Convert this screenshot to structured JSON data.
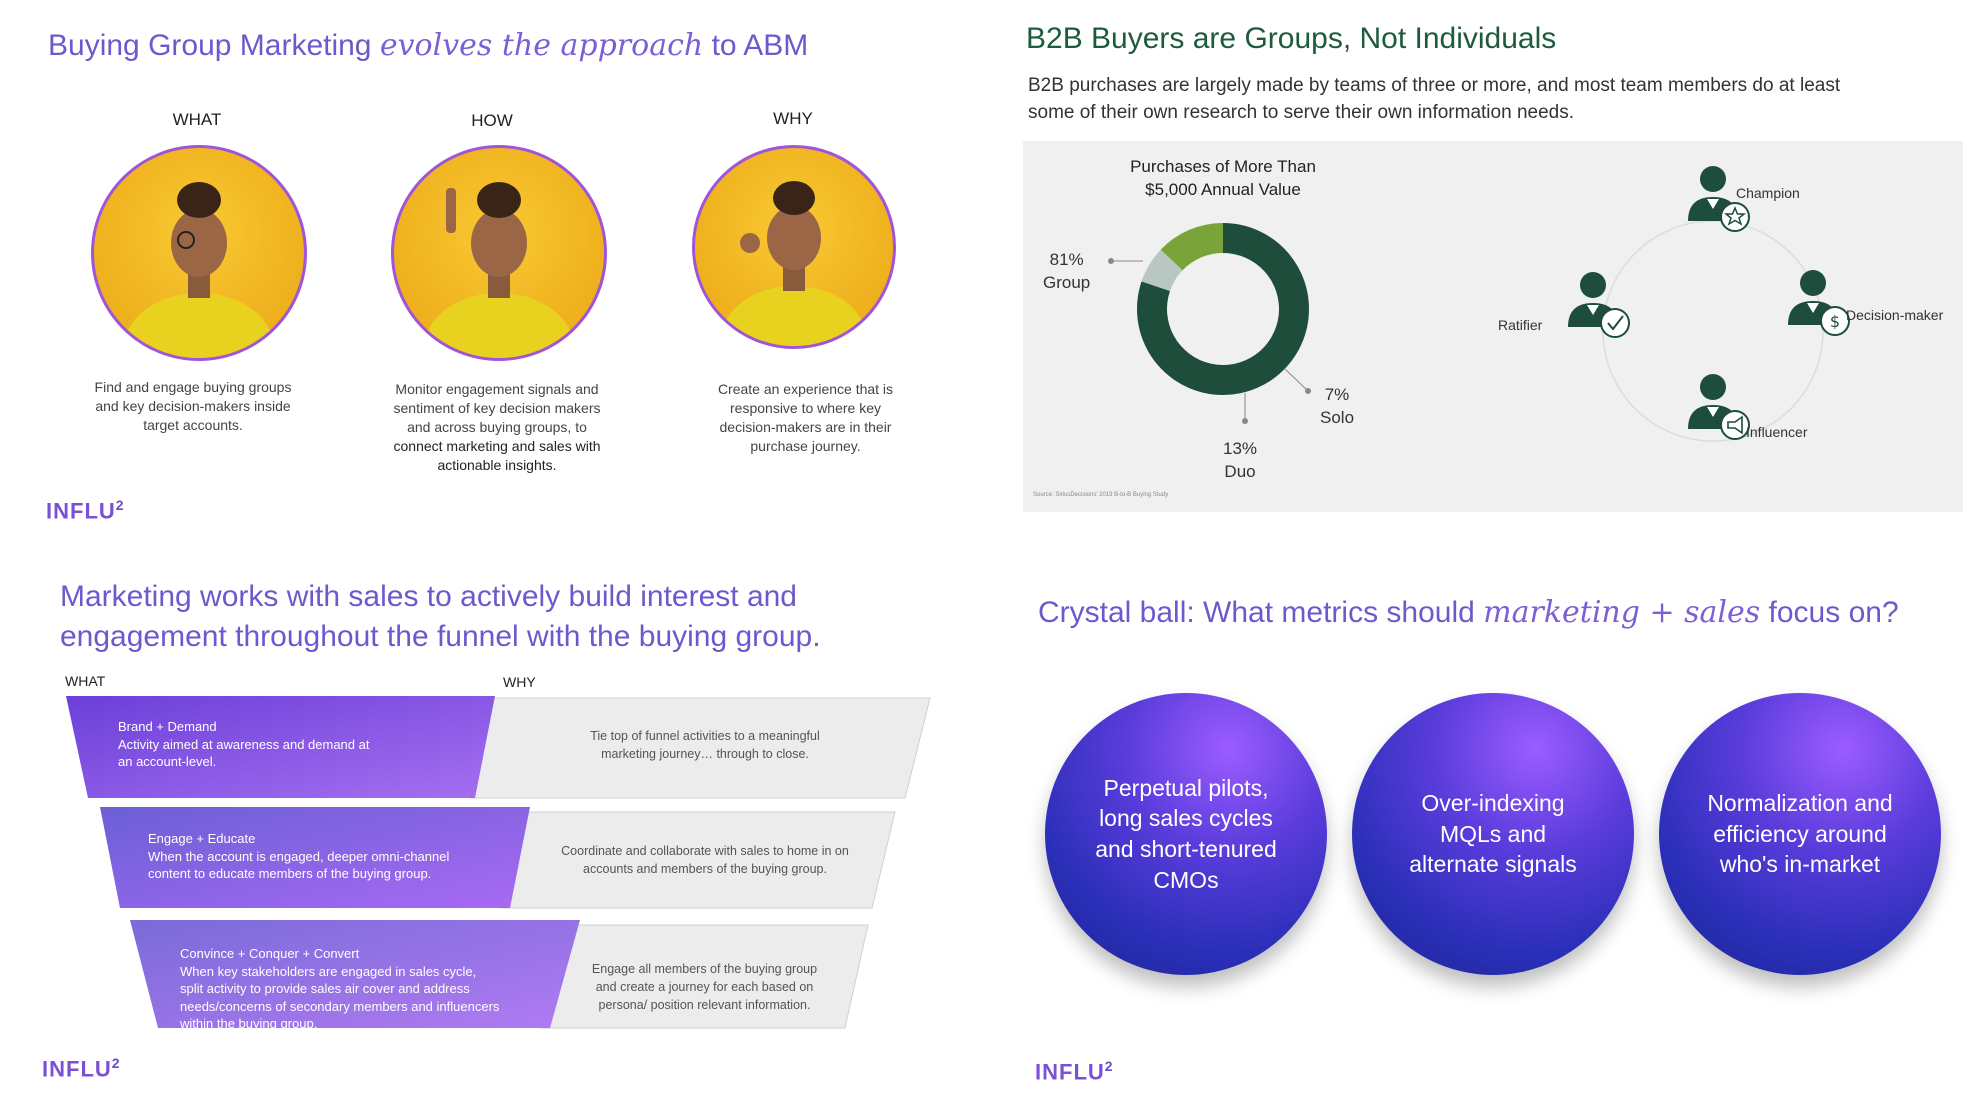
{
  "panel1": {
    "title_plain": "Buying Group Marketing",
    "title_script": "evolves the approach",
    "title_end": "to ABM",
    "columns": [
      {
        "head": "WHAT",
        "caption": "Find and engage buying groups and key decision-makers inside target accounts.",
        "caption_bold": ""
      },
      {
        "head": "HOW",
        "caption": "Monitor engagement signals and sentiment of key decision makers and across buying groups, to",
        "caption_bold": "connect marketing and sales with actionable insights."
      },
      {
        "head": "WHY",
        "caption": "Create an experience that is responsive to where key decision-makers are in their purchase journey.",
        "caption_bold": ""
      }
    ],
    "logo": "INFLU",
    "logo_sup": "2"
  },
  "panel2": {
    "title": "B2B Buyers are Groups, Not Individuals",
    "subtitle": "B2B purchases are largely made by teams of three or more, and most team members do at least some of their own research to serve their own information needs.",
    "source": "Source: SiriusDecisions' 2019 B-to-B Buying Study",
    "roles": [
      "Champion",
      "Decision-maker",
      "Influencer",
      "Ratifier"
    ],
    "colors": {
      "group": "#1e4d3c",
      "duo": "#7aa33a",
      "solo": "#b8c7c3",
      "person": "#1e4d3c"
    }
  },
  "chart_data": {
    "type": "pie",
    "title": "Purchases of More Than $5,000 Annual Value",
    "categories": [
      "Group",
      "Duo",
      "Solo"
    ],
    "values": [
      81,
      13,
      7
    ],
    "labels": [
      "81%",
      "13%",
      "7%"
    ]
  },
  "panel3": {
    "title": "Marketing works with sales to actively build interest and engagement throughout the funnel with the buying group.",
    "what_label": "WHAT",
    "why_label": "WHY",
    "rows": [
      {
        "head": "Brand + Demand",
        "body": "Activity aimed at awareness and demand at an account-level.",
        "why": "Tie top of funnel activities to a meaningful marketing journey… through to close."
      },
      {
        "head": "Engage + Educate",
        "body": "When the account is engaged, deeper omni-channel content to educate members of the buying group.",
        "why": "Coordinate and collaborate with sales to home in on accounts and members of the buying group."
      },
      {
        "head": "Convince + Conquer + Convert",
        "body": "When key stakeholders are engaged in sales cycle, split activity to provide sales air cover and address needs/concerns of secondary members and influencers within the buying group.",
        "why": "Engage all members of the buying group and create a journey for each based on persona/ position relevant information."
      }
    ],
    "logo": "INFLU",
    "logo_sup": "2"
  },
  "panel4": {
    "title_plain": "Crystal ball: What metrics should",
    "title_script": "marketing + sales",
    "title_end": "focus on?",
    "balls": [
      "Perpetual pilots, long sales cycles and short-tenured CMOs",
      "Over-indexing MQLs and alternate signals",
      "Normalization and efficiency around who's in-market"
    ],
    "logo": "INFLU",
    "logo_sup": "2"
  }
}
